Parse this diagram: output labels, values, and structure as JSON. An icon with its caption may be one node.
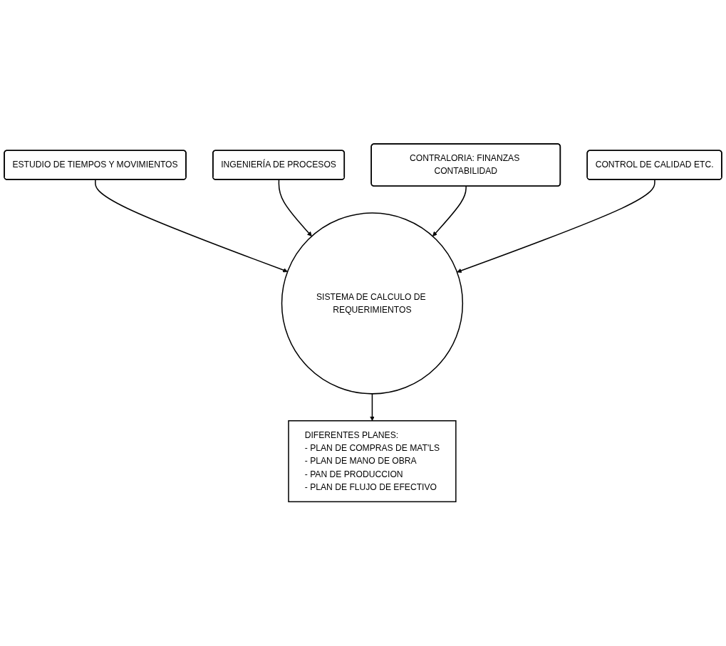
{
  "diagram": {
    "nodes": [
      {
        "text": [
          "ESTUDIO DE TIEMPOS Y MOVIMIENTOS"
        ]
      },
      {
        "text": [
          "INGENIERÍA DE PROCESOS"
        ]
      },
      {
        "text": [
          "CONTRALORIA: FINANZAS CONTABILIDAD"
        ]
      },
      {
        "text": [
          "SISTEMA DE CALCULO DE REQUERIMIENTOS"
        ]
      },
      {
        "text": [
          "CONTROL DE CALIDAD ETC."
        ]
      },
      {
        "text": [
          "DIFERENTES PLANES:",
          "- PLAN DE COMPRAS DE MAT'LS",
          "- PLAN DE MANO DE OBRA",
          "- PAN DE PRODUCCION",
          "- PLAN DE FLUJO DE EFECTIVO"
        ]
      }
    ],
    "edges": [
      {
        "from": 0,
        "to": 3,
        "arrow": "to"
      },
      {
        "from": 1,
        "to": 3,
        "arrow": "to"
      },
      {
        "from": 2,
        "to": 3,
        "arrow": "to"
      },
      {
        "from": 4,
        "to": 3,
        "arrow": "to"
      },
      {
        "from": 3,
        "to": 5,
        "arrow": "to"
      }
    ]
  }
}
